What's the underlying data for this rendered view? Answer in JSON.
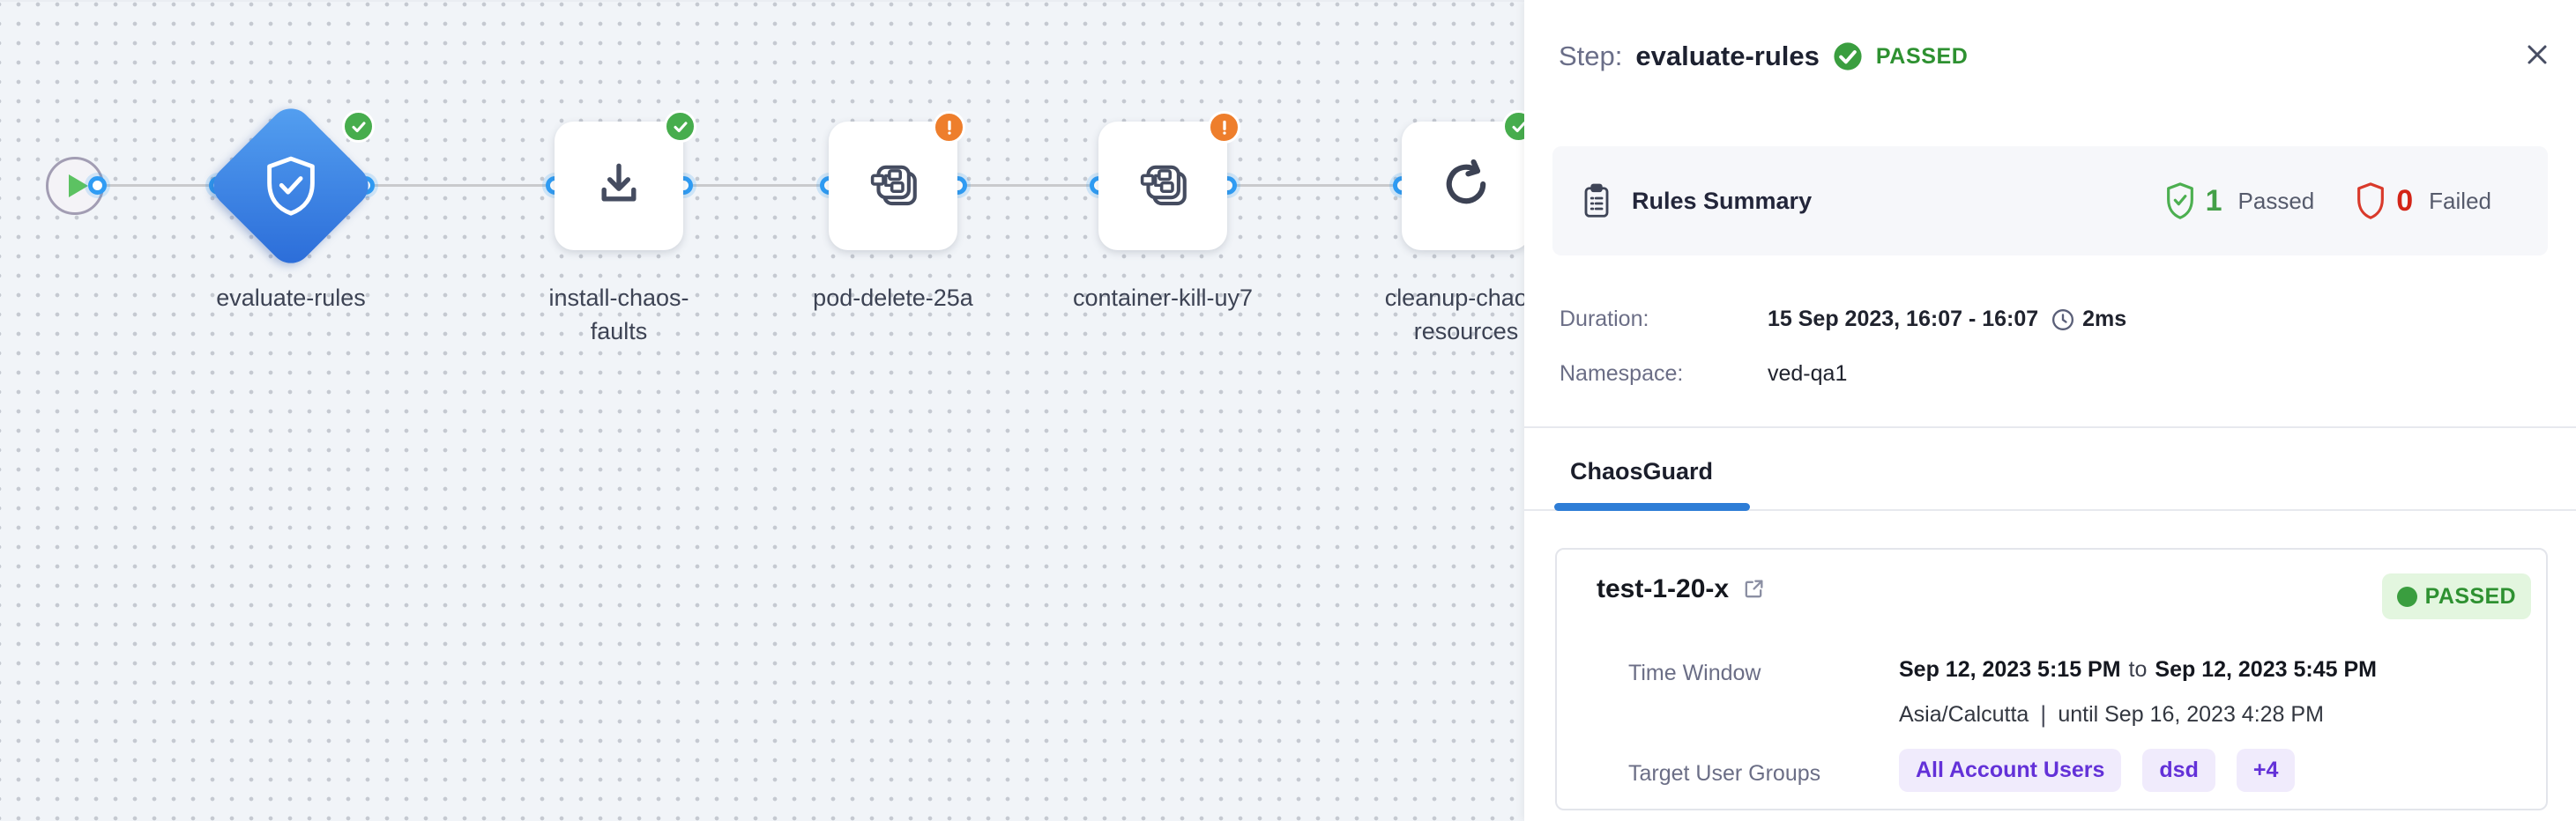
{
  "colors": {
    "canvas_bg": "#f1f4f8",
    "node_accent_blue": "#2a6bd8",
    "port_blue": "#2f9cf4",
    "success_green": "#2e9131",
    "warning_orange": "#ee7e2c",
    "fail_red": "#d32417",
    "tab_underline_blue": "#2e7dd6",
    "chip_purple": "#6331d8",
    "chip_bg": "#f0ebfc",
    "passed_badge_bg": "#e3f6df"
  },
  "icons": {
    "start": "play-icon",
    "evaluate": "shield-check-icon",
    "install": "download-icon",
    "fault": "chaos-fault-icon",
    "cleanup": "refresh-icon",
    "passed": "check-circle-icon",
    "warning": "exclamation-circle-icon",
    "rules": "clipboard-icon",
    "duration": "clock-icon",
    "link": "external-link-icon",
    "close": "close-icon"
  },
  "canvas": {
    "nodes": [
      {
        "label": "evaluate-rules",
        "type": "diamond",
        "status": "passed"
      },
      {
        "label": "install-chaos-faults",
        "type": "step",
        "status": "passed"
      },
      {
        "label": "pod-delete-25a",
        "type": "fault",
        "status": "warning"
      },
      {
        "label": "container-kill-uy7",
        "type": "fault",
        "status": "warning"
      },
      {
        "label": "cleanup-chaos-resources",
        "type": "step",
        "status": "passed"
      }
    ]
  },
  "panel": {
    "header": {
      "step_label": "Step:",
      "step_name": "evaluate-rules",
      "status": "PASSED"
    },
    "rules_summary": {
      "title": "Rules Summary",
      "passed_count": "1",
      "passed_label": "Passed",
      "failed_count": "0",
      "failed_label": "Failed"
    },
    "details": {
      "duration_label": "Duration:",
      "duration_value": "15 Sep 2023, 16:07 - 16:07",
      "duration_ms": "2ms",
      "namespace_label": "Namespace:",
      "namespace_value": "ved-qa1"
    },
    "tab": {
      "label": "ChaosGuard"
    },
    "guard": {
      "name": "test-1-20-x",
      "status": "PASSED",
      "time_window_label": "Time Window",
      "tw_start": "Sep 12, 2023 5:15 PM",
      "tw_join": "to",
      "tw_end": "Sep 12, 2023 5:45 PM",
      "timezone": "Asia/Calcutta",
      "tz_separator": "|",
      "tz_until": "until Sep 16, 2023 4:28 PM",
      "groups_label": "Target User Groups",
      "groups": [
        "All Account Users",
        "dsd",
        "+4"
      ]
    }
  }
}
